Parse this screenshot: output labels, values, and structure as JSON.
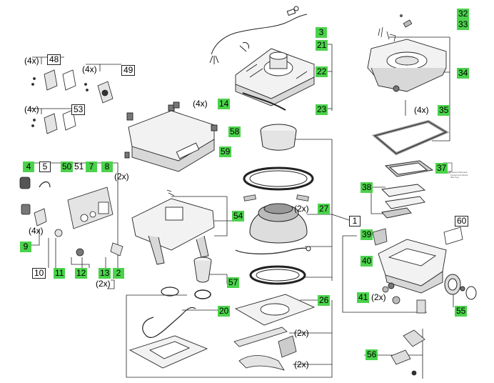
{
  "colors": {
    "green_label": "#4bd24b",
    "line": "#222222",
    "part_fill": "#f2f2f2",
    "part_dark": "#777777"
  },
  "labels": {
    "p32": "32",
    "p33": "33",
    "p3": "3",
    "p21": "21",
    "p22": "22",
    "p23": "23",
    "p34": "34",
    "p35": "35",
    "p14": "14",
    "p58": "58",
    "p59": "59",
    "p37": "37",
    "p38": "38",
    "p27": "27",
    "p1": "1",
    "p54": "54",
    "p60": "60",
    "p39": "39",
    "p40": "40",
    "p41": "41",
    "p55": "55",
    "p57": "57",
    "p20": "20",
    "p26": "26",
    "p56": "56",
    "p4": "4",
    "p5": "5",
    "p50": "50",
    "p51": "51",
    "p7": "7",
    "p8": "8",
    "p9": "9",
    "p10": "10",
    "p11": "11",
    "p12": "12",
    "p13": "13",
    "p2": "2",
    "p48": "48",
    "p49": "49",
    "p53": "53"
  },
  "quantities": {
    "q48": "(4x)",
    "q49": "(4x)",
    "q53": "(4x)",
    "q14": "(4x)",
    "q35": "(4x)",
    "q8": "(2x)",
    "q9": "(4x)",
    "q27": "(2x)",
    "q41": "(2x)",
    "q2": "(2x)",
    "q26a": "(2x)",
    "q26b": "(2x)"
  },
  "notes": {
    "filter_bag_text": "Festool Filtersack · Festool sac filtrant · filter bag"
  }
}
